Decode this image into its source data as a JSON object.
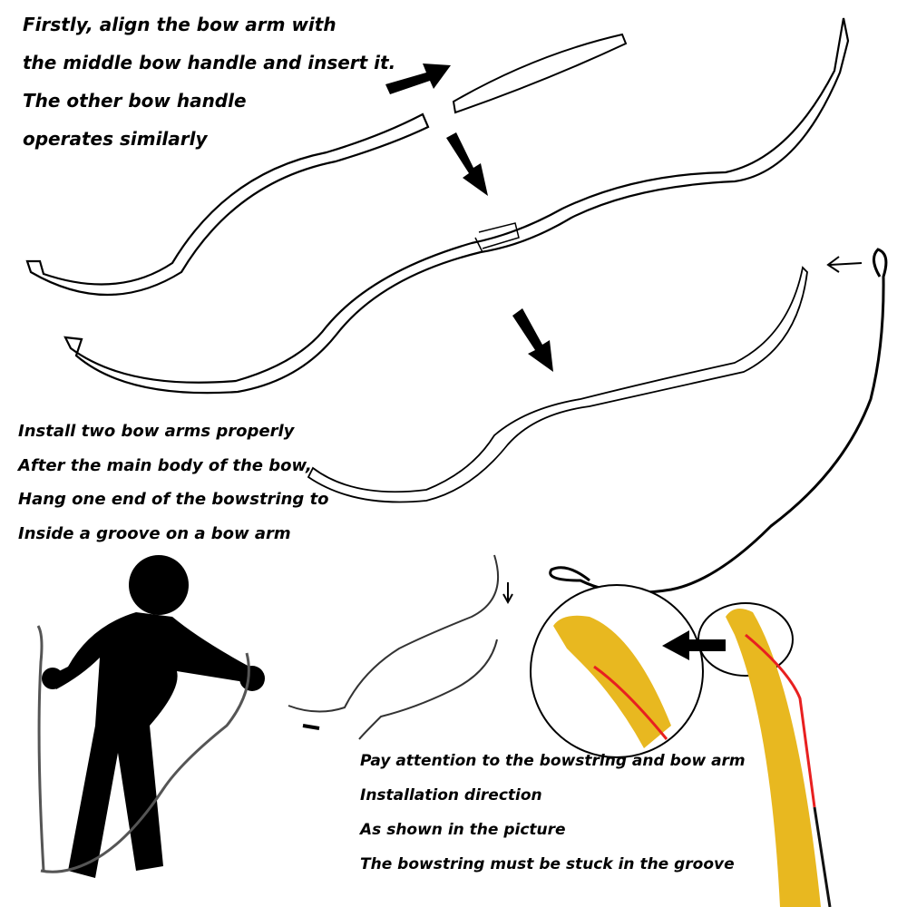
{
  "step1": {
    "lines": [
      "Firstly, align the bow arm with",
      "the middle bow handle and insert it.",
      "The other bow handle",
      "operates similarly"
    ]
  },
  "step2": {
    "lines": [
      "Install two bow arms properly",
      "After the main body of the bow,",
      "Hang one end of the bowstring to",
      "Inside a groove on a bow arm"
    ]
  },
  "step3": {
    "lines": [
      "Pay attention to the bowstring and bow arm",
      "Installation direction",
      "As shown in the picture",
      "The bowstring must be stuck in the groove"
    ]
  },
  "colors": {
    "bow_limb": "#e8b820",
    "bowstring_red": "#e82020",
    "ink": "#000000"
  }
}
